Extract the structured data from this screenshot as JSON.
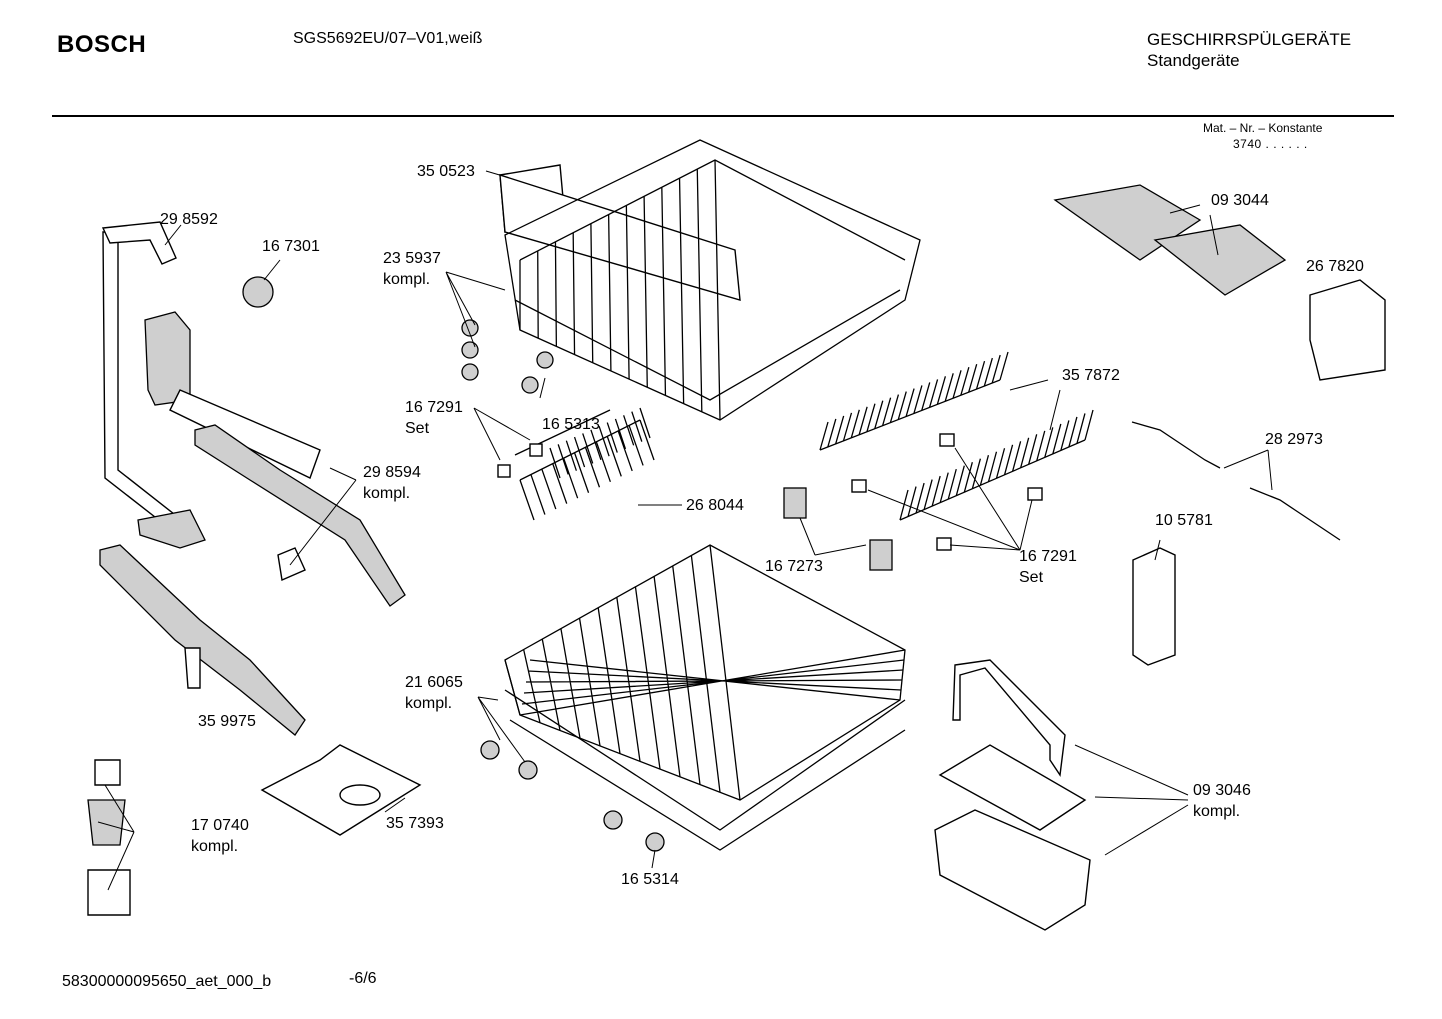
{
  "header": {
    "brand": "BOSCH",
    "model": "SGS5692EU/07–V01,weiß",
    "category": "GESCHIRRSPÜLGERÄTE",
    "subcategory": "Standgeräte",
    "mat_label": "Mat. – Nr. – Konstante",
    "mat_value": "3740  .   .   .  .  .  ."
  },
  "parts": {
    "p350523": "35 0523",
    "p298592": "29 8592",
    "p167301": "16 7301",
    "p235937": "23 5937",
    "kompl_235937": "kompl.",
    "p167291a": "16 7291",
    "set_a": "Set",
    "p165313": "16 5313",
    "p298594": "29 8594",
    "kompl_298594": "kompl.",
    "p268044": "26 8044",
    "p093044": "09 3044",
    "p267820": "26 7820",
    "p357872": "35 7872",
    "p282973": "28 2973",
    "p105781": "10 5781",
    "p167273": "16 7273",
    "p167291b": "16 7291",
    "set_b": "Set",
    "p216065": "21 6065",
    "kompl_216065": "kompl.",
    "p359975": "35 9975",
    "p170740": "17 0740",
    "kompl_170740": "kompl.",
    "p357393": "35 7393",
    "p165314": "16 5314",
    "p093046": "09 3046",
    "kompl_093046": "kompl."
  },
  "footer": {
    "doc_id": "58300000095650_aet_000_b",
    "page": "-6/6"
  }
}
